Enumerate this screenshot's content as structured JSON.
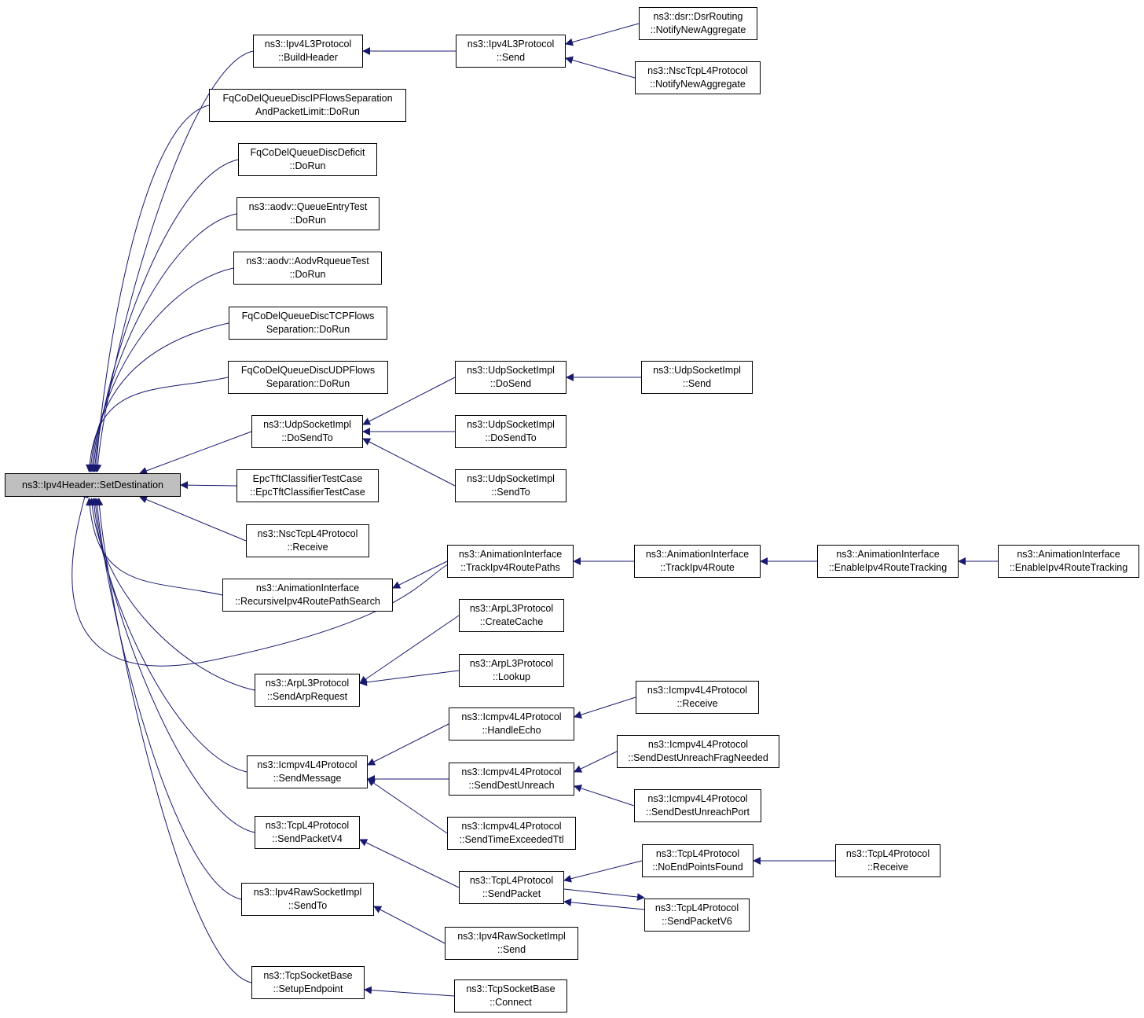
{
  "diagram": {
    "type": "call-graph",
    "colors": {
      "edge": "#191970",
      "node_border": "#000000",
      "root_fill": "#bfbfbf",
      "node_fill": "#ffffff"
    },
    "nodes": [
      {
        "id": "root",
        "label": "ns3::Ipv4Header::SetDestination"
      },
      {
        "id": "buildheader",
        "label": "ns3::Ipv4L3Protocol\n::BuildHeader"
      },
      {
        "id": "fq_ipflows",
        "label": "FqCoDelQueueDiscIPFlowsSeparation\nAndPacketLimit::DoRun"
      },
      {
        "id": "fq_deficit",
        "label": "FqCoDelQueueDiscDeficit\n::DoRun"
      },
      {
        "id": "aodv_queue",
        "label": "ns3::aodv::QueueEntryTest\n::DoRun"
      },
      {
        "id": "aodv_rqueue",
        "label": "ns3::aodv::AodvRqueueTest\n::DoRun"
      },
      {
        "id": "fq_tcp",
        "label": "FqCoDelQueueDiscTCPFlows\nSeparation::DoRun"
      },
      {
        "id": "fq_udp",
        "label": "FqCoDelQueueDiscUDPFlows\nSeparation::DoRun"
      },
      {
        "id": "udp_dosendto",
        "label": "ns3::UdpSocketImpl\n::DoSendTo"
      },
      {
        "id": "epc",
        "label": "EpcTftClassifierTestCase\n::EpcTftClassifierTestCase"
      },
      {
        "id": "nsc_receive",
        "label": "ns3::NscTcpL4Protocol\n::Receive"
      },
      {
        "id": "anim_recursive",
        "label": "ns3::AnimationInterface\n::RecursiveIpv4RoutePathSearch"
      },
      {
        "id": "arp_sendreq",
        "label": "ns3::ArpL3Protocol\n::SendArpRequest"
      },
      {
        "id": "icmp_sendmsg",
        "label": "ns3::Icmpv4L4Protocol\n::SendMessage"
      },
      {
        "id": "tcp_sendv4",
        "label": "ns3::TcpL4Protocol\n::SendPacketV4"
      },
      {
        "id": "raw_sendto",
        "label": "ns3::Ipv4RawSocketImpl\n::SendTo"
      },
      {
        "id": "tcpsock_setup",
        "label": "ns3::TcpSocketBase\n::SetupEndpoint"
      },
      {
        "id": "ipv4_send",
        "label": "ns3::Ipv4L3Protocol\n::Send"
      },
      {
        "id": "dsr_notify",
        "label": "ns3::dsr::DsrRouting\n::NotifyNewAggregate"
      },
      {
        "id": "nsc_notify",
        "label": "ns3::NscTcpL4Protocol\n::NotifyNewAggregate"
      },
      {
        "id": "udp_dosend",
        "label": "ns3::UdpSocketImpl\n::DoSend"
      },
      {
        "id": "udp_send",
        "label": "ns3::UdpSocketImpl\n::Send"
      },
      {
        "id": "udp_dosendto2",
        "label": "ns3::UdpSocketImpl\n::DoSendTo"
      },
      {
        "id": "udp_sendto",
        "label": "ns3::UdpSocketImpl\n::SendTo"
      },
      {
        "id": "anim_trackpaths",
        "label": "ns3::AnimationInterface\n::TrackIpv4RoutePaths"
      },
      {
        "id": "anim_trackroute",
        "label": "ns3::AnimationInterface\n::TrackIpv4Route"
      },
      {
        "id": "anim_enable1",
        "label": "ns3::AnimationInterface\n::EnableIpv4RouteTracking"
      },
      {
        "id": "anim_enable2",
        "label": "ns3::AnimationInterface\n::EnableIpv4RouteTracking"
      },
      {
        "id": "arp_createcache",
        "label": "ns3::ArpL3Protocol\n::CreateCache"
      },
      {
        "id": "arp_lookup",
        "label": "ns3::ArpL3Protocol\n::Lookup"
      },
      {
        "id": "icmp_handleecho",
        "label": "ns3::Icmpv4L4Protocol\n::HandleEcho"
      },
      {
        "id": "icmp_receive",
        "label": "ns3::Icmpv4L4Protocol\n::Receive"
      },
      {
        "id": "icmp_destunreach",
        "label": "ns3::Icmpv4L4Protocol\n::SendDestUnreach"
      },
      {
        "id": "icmp_fragneeded",
        "label": "ns3::Icmpv4L4Protocol\n::SendDestUnreachFragNeeded"
      },
      {
        "id": "icmp_port",
        "label": "ns3::Icmpv4L4Protocol\n::SendDestUnreachPort"
      },
      {
        "id": "icmp_ttl",
        "label": "ns3::Icmpv4L4Protocol\n::SendTimeExceededTtl"
      },
      {
        "id": "tcp_sendpacket",
        "label": "ns3::TcpL4Protocol\n::SendPacket"
      },
      {
        "id": "tcp_noendpoints",
        "label": "ns3::TcpL4Protocol\n::NoEndPointsFound"
      },
      {
        "id": "tcp_receive",
        "label": "ns3::TcpL4Protocol\n::Receive"
      },
      {
        "id": "tcp_sendv6",
        "label": "ns3::TcpL4Protocol\n::SendPacketV6"
      },
      {
        "id": "raw_send",
        "label": "ns3::Ipv4RawSocketImpl\n::Send"
      },
      {
        "id": "tcpsock_connect",
        "label": "ns3::TcpSocketBase\n::Connect"
      }
    ],
    "edges": [
      {
        "from": "buildheader",
        "to": "root"
      },
      {
        "from": "fq_ipflows",
        "to": "root"
      },
      {
        "from": "fq_deficit",
        "to": "root"
      },
      {
        "from": "aodv_queue",
        "to": "root"
      },
      {
        "from": "aodv_rqueue",
        "to": "root"
      },
      {
        "from": "fq_tcp",
        "to": "root"
      },
      {
        "from": "fq_udp",
        "to": "root"
      },
      {
        "from": "udp_dosendto",
        "to": "root"
      },
      {
        "from": "epc",
        "to": "root"
      },
      {
        "from": "nsc_receive",
        "to": "root"
      },
      {
        "from": "anim_recursive",
        "to": "root"
      },
      {
        "from": "anim_trackpaths",
        "to": "root"
      },
      {
        "from": "arp_sendreq",
        "to": "root"
      },
      {
        "from": "icmp_sendmsg",
        "to": "root"
      },
      {
        "from": "tcp_sendv4",
        "to": "root"
      },
      {
        "from": "raw_sendto",
        "to": "root"
      },
      {
        "from": "tcpsock_setup",
        "to": "root"
      },
      {
        "from": "ipv4_send",
        "to": "buildheader"
      },
      {
        "from": "dsr_notify",
        "to": "ipv4_send"
      },
      {
        "from": "nsc_notify",
        "to": "ipv4_send"
      },
      {
        "from": "udp_dosend",
        "to": "udp_dosendto"
      },
      {
        "from": "udp_dosendto2",
        "to": "udp_dosendto"
      },
      {
        "from": "udp_sendto",
        "to": "udp_dosendto"
      },
      {
        "from": "udp_send",
        "to": "udp_dosend"
      },
      {
        "from": "anim_trackpaths",
        "to": "anim_recursive"
      },
      {
        "from": "anim_trackroute",
        "to": "anim_trackpaths"
      },
      {
        "from": "anim_enable1",
        "to": "anim_trackroute"
      },
      {
        "from": "anim_enable2",
        "to": "anim_enable1"
      },
      {
        "from": "arp_createcache",
        "to": "arp_sendreq"
      },
      {
        "from": "arp_lookup",
        "to": "arp_sendreq"
      },
      {
        "from": "icmp_handleecho",
        "to": "icmp_sendmsg"
      },
      {
        "from": "icmp_destunreach",
        "to": "icmp_sendmsg"
      },
      {
        "from": "icmp_ttl",
        "to": "icmp_sendmsg"
      },
      {
        "from": "icmp_receive",
        "to": "icmp_handleecho"
      },
      {
        "from": "icmp_fragneeded",
        "to": "icmp_destunreach"
      },
      {
        "from": "icmp_port",
        "to": "icmp_destunreach"
      },
      {
        "from": "tcp_sendpacket",
        "to": "tcp_sendv4"
      },
      {
        "from": "tcp_noendpoints",
        "to": "tcp_sendpacket"
      },
      {
        "from": "tcp_sendv6",
        "to": "tcp_sendpacket"
      },
      {
        "from": "tcp_sendpacket",
        "to": "tcp_sendv6"
      },
      {
        "from": "tcp_receive",
        "to": "tcp_noendpoints"
      },
      {
        "from": "raw_send",
        "to": "raw_sendto"
      },
      {
        "from": "tcpsock_connect",
        "to": "tcpsock_setup"
      }
    ]
  }
}
